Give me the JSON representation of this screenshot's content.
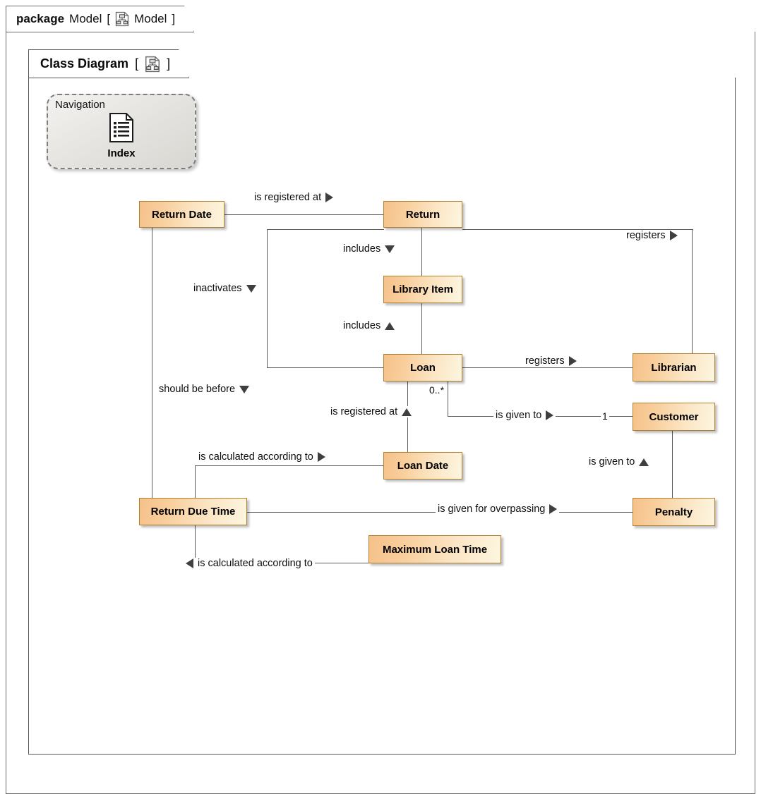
{
  "package": {
    "keyword": "package",
    "name": "Model",
    "bracket_open": "[",
    "bracket_close": "]",
    "diagram_name": "Model",
    "icon": "class-diagram-icon"
  },
  "class_diagram_frame": {
    "title": "Class Diagram",
    "bracket_open": "[",
    "bracket_close": "]",
    "icon": "class-diagram-icon"
  },
  "navigation": {
    "label": "Navigation",
    "items": [
      {
        "caption": "Index",
        "icon": "document-list-icon"
      }
    ]
  },
  "colors": {
    "class_fill_start": "#f6c18a",
    "class_fill_end": "#fdf6e0",
    "class_border": "#b2802f",
    "line": "#5a5a5a",
    "frame_border": "#555555",
    "nav_fill": "#e4e2de",
    "text": "#000000"
  },
  "classes": [
    {
      "id": "return_date",
      "label": "Return Date"
    },
    {
      "id": "return",
      "label": "Return"
    },
    {
      "id": "library_item",
      "label": "Library Item"
    },
    {
      "id": "loan",
      "label": "Loan"
    },
    {
      "id": "librarian",
      "label": "Librarian"
    },
    {
      "id": "customer",
      "label": "Customer"
    },
    {
      "id": "loan_date",
      "label": "Loan Date"
    },
    {
      "id": "return_due_time",
      "label": "Return Due Time"
    },
    {
      "id": "penalty",
      "label": "Penalty"
    },
    {
      "id": "maximum_loan_time",
      "label": "Maximum Loan Time"
    }
  ],
  "associations": [
    {
      "id": "rd_return",
      "label": "is registered at",
      "direction": "right",
      "from": "return_date",
      "to": "return"
    },
    {
      "id": "ret_li",
      "label": "includes",
      "direction": "down",
      "from": "return",
      "to": "library_item"
    },
    {
      "id": "ret_loan",
      "label": "inactivates",
      "direction": "down",
      "from": "return",
      "to": "loan"
    },
    {
      "id": "ret_lib",
      "label": "registers",
      "direction": "right",
      "from": "return",
      "to": "librarian"
    },
    {
      "id": "loan_li",
      "label": "includes",
      "direction": "up",
      "from": "loan",
      "to": "library_item"
    },
    {
      "id": "loan_lib",
      "label": "registers",
      "direction": "right",
      "from": "loan",
      "to": "librarian"
    },
    {
      "id": "loan_cust",
      "label": "is given to",
      "direction": "right",
      "from": "loan",
      "to": "customer"
    },
    {
      "id": "ld_loan",
      "label": "is registered at",
      "direction": "up",
      "from": "loan_date",
      "to": "loan"
    },
    {
      "id": "rdt_ld",
      "label": "is calculated according to",
      "direction": "right",
      "from": "return_due_time",
      "to": "loan_date"
    },
    {
      "id": "rd_rdt",
      "label": "should be before",
      "direction": "down",
      "from": "return_date",
      "to": "return_due_time"
    },
    {
      "id": "rdt_pen",
      "label": "is given for overpassing",
      "direction": "right",
      "from": "return_due_time",
      "to": "penalty"
    },
    {
      "id": "pen_cust",
      "label": "is given to",
      "direction": "up",
      "from": "penalty",
      "to": "customer"
    },
    {
      "id": "mlt_rdt",
      "label": "is calculated according to",
      "direction": "left",
      "from": "maximum_loan_time",
      "to": "return_due_time"
    }
  ],
  "multiplicities": [
    {
      "id": "loan_mult",
      "value": "0..*",
      "near": "loan"
    },
    {
      "id": "customer_mult",
      "value": "1",
      "near": "customer"
    }
  ]
}
